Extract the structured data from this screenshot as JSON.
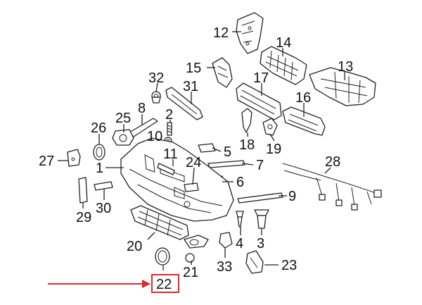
{
  "diagram": {
    "callouts": [
      {
        "id": "1",
        "label": "1"
      },
      {
        "id": "2",
        "label": "2"
      },
      {
        "id": "3",
        "label": "3"
      },
      {
        "id": "4",
        "label": "4"
      },
      {
        "id": "5",
        "label": "5"
      },
      {
        "id": "6",
        "label": "6"
      },
      {
        "id": "7",
        "label": "7"
      },
      {
        "id": "8",
        "label": "8"
      },
      {
        "id": "9",
        "label": "9"
      },
      {
        "id": "10",
        "label": "10"
      },
      {
        "id": "11",
        "label": "11"
      },
      {
        "id": "12",
        "label": "12"
      },
      {
        "id": "13",
        "label": "13"
      },
      {
        "id": "14",
        "label": "14"
      },
      {
        "id": "15",
        "label": "15"
      },
      {
        "id": "16",
        "label": "16"
      },
      {
        "id": "17",
        "label": "17"
      },
      {
        "id": "18",
        "label": "18"
      },
      {
        "id": "19",
        "label": "19"
      },
      {
        "id": "20",
        "label": "20"
      },
      {
        "id": "21",
        "label": "21"
      },
      {
        "id": "22",
        "label": "22",
        "highlighted": true
      },
      {
        "id": "23",
        "label": "23"
      },
      {
        "id": "24",
        "label": "24"
      },
      {
        "id": "25",
        "label": "25"
      },
      {
        "id": "26",
        "label": "26"
      },
      {
        "id": "27",
        "label": "27"
      },
      {
        "id": "28",
        "label": "28"
      },
      {
        "id": "29",
        "label": "29"
      },
      {
        "id": "30",
        "label": "30"
      },
      {
        "id": "31",
        "label": "31"
      },
      {
        "id": "32",
        "label": "32"
      },
      {
        "id": "33",
        "label": "33"
      }
    ],
    "highlight_color": "#e3262a"
  }
}
